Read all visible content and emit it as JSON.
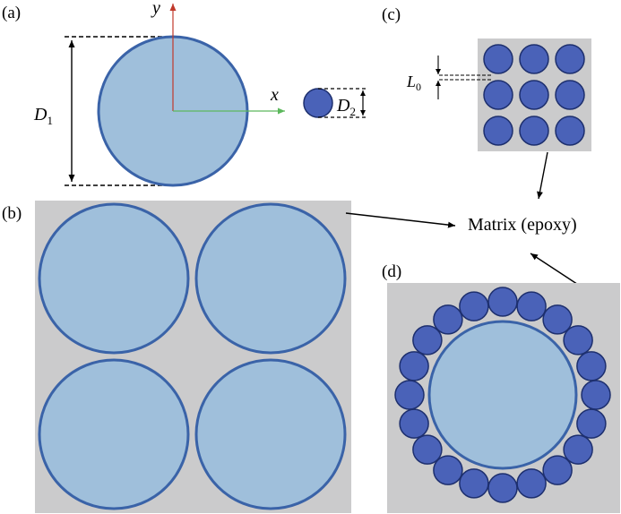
{
  "panels": {
    "a": {
      "label": "(a)",
      "y_axis": "y",
      "x_axis": "x",
      "d1_main": "D",
      "d1_sub": "1",
      "d2_main": "D",
      "d2_sub": "2"
    },
    "b": {
      "label": "(b)"
    },
    "c": {
      "label": "(c)",
      "l0_main": "L",
      "l0_sub": "0"
    },
    "d": {
      "label": "(d)"
    }
  },
  "matrix_label": "Matrix (epoxy)",
  "colors": {
    "large_fiber_fill": "#9fbfdb",
    "large_fiber_stroke": "#3a63a8",
    "small_fiber_fill": "#4a62b8",
    "small_fiber_stroke": "#1d2f6e",
    "matrix": "#cbcbcc",
    "y_axis": "#c0392b",
    "x_axis": "#5cb85c"
  },
  "layout_counts": {
    "grid_c": "3x3",
    "ring_d_small_fibers": 20,
    "grid_b": "2x2"
  }
}
